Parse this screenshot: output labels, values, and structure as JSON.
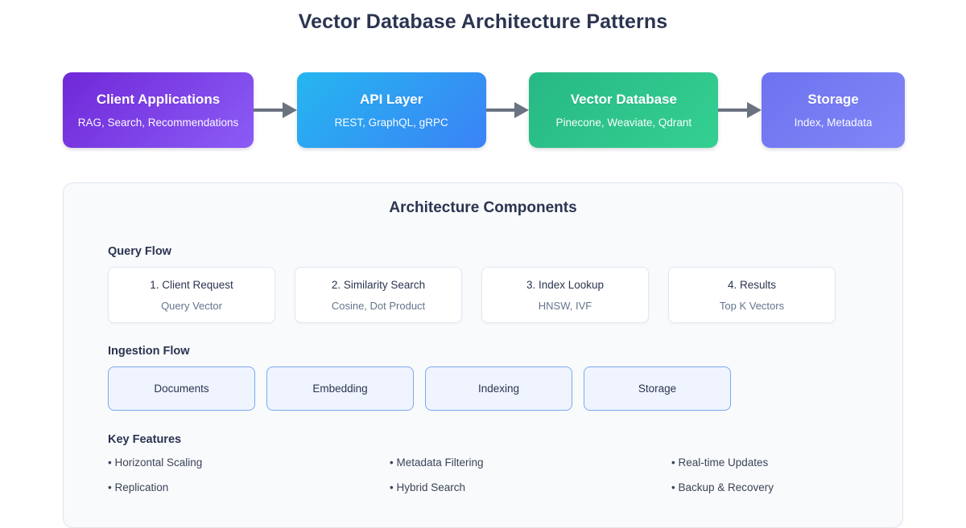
{
  "title": "Vector Database Architecture Patterns",
  "flow": {
    "arrow_icon": "arrow-right-icon",
    "boxes": [
      {
        "title": "Client Applications",
        "subtitle": "RAG, Search, Recommendations",
        "color": "#7028d8"
      },
      {
        "title": "API Layer",
        "subtitle": "REST, GraphQL, gRPC",
        "color": "#3b82f6"
      },
      {
        "title": "Vector Database",
        "subtitle": "Pinecone, Weaviate, Qdrant",
        "color": "#27b984"
      },
      {
        "title": "Storage",
        "subtitle": "Index, Metadata",
        "color": "#6d73ef"
      }
    ]
  },
  "panel": {
    "title": "Architecture Components",
    "query_flow": {
      "label": "Query Flow",
      "steps": [
        {
          "title": "1. Client Request",
          "subtitle": "Query Vector"
        },
        {
          "title": "2. Similarity Search",
          "subtitle": "Cosine, Dot Product"
        },
        {
          "title": "3. Index Lookup",
          "subtitle": "HNSW, IVF"
        },
        {
          "title": "4. Results",
          "subtitle": "Top K Vectors"
        }
      ]
    },
    "ingestion_flow": {
      "label": "Ingestion Flow",
      "steps": [
        {
          "label": "Documents"
        },
        {
          "label": "Embedding"
        },
        {
          "label": "Indexing"
        },
        {
          "label": "Storage"
        }
      ]
    },
    "key_features": {
      "label": "Key Features",
      "items": [
        "• Horizontal Scaling",
        "• Metadata Filtering",
        "• Real-time Updates",
        "• Replication",
        "• Hybrid Search",
        "• Backup & Recovery"
      ]
    }
  }
}
